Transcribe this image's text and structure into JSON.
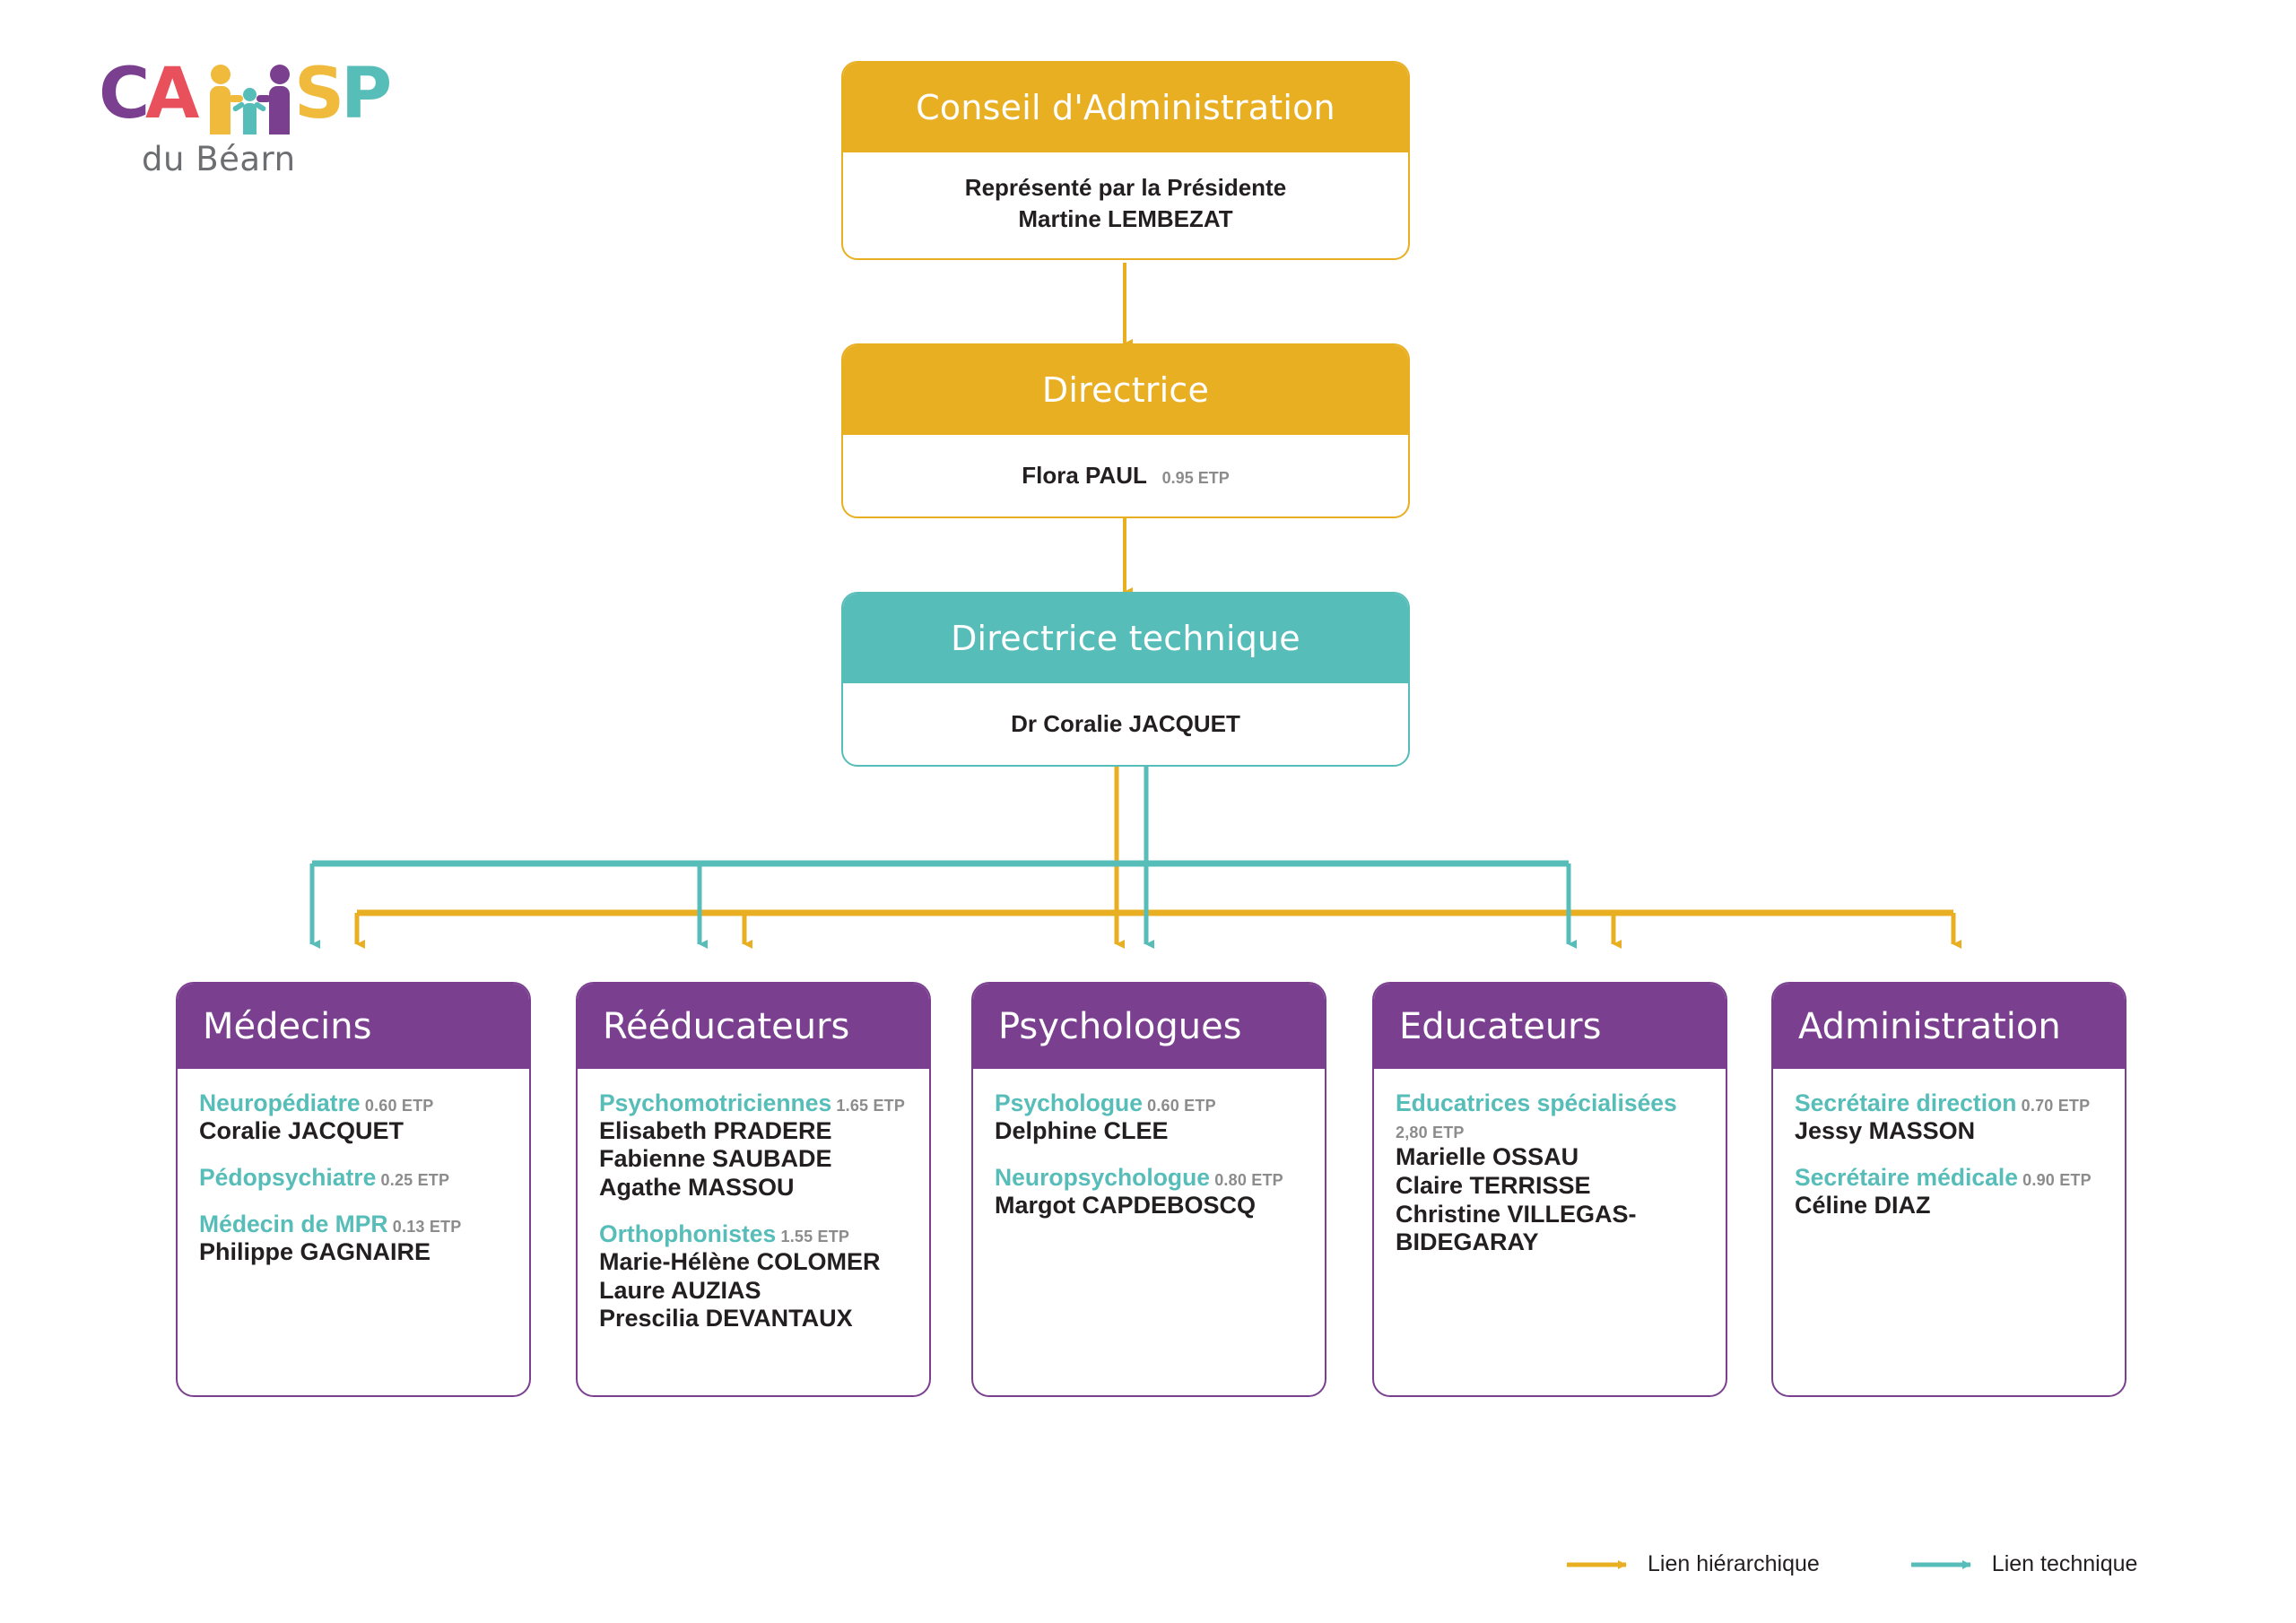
{
  "logo": {
    "name": "CAMSP",
    "letters": [
      {
        "char": "C",
        "color": "#7B3F8F"
      },
      {
        "char": "A",
        "color": "#E8505B"
      },
      {
        "char": "S",
        "color": "#F0BA3C"
      },
      {
        "char": "P",
        "color": "#57BDB8"
      }
    ],
    "subtitle": "du Béarn",
    "figure_colors": {
      "adult_left": "#F0BA3C",
      "child": "#57BDB8",
      "adult_right": "#7B3F8F"
    }
  },
  "colors": {
    "yellow": "#E8AF22",
    "teal": "#57BDB8",
    "purple": "#7B3F8F",
    "role_text": "#57BDB8",
    "etp_text": "#8c8c8c",
    "name_text": "#231f20"
  },
  "hierarchy": {
    "board": {
      "title": "Conseil d'Administration",
      "lines": [
        "Représenté par la Présidente",
        "Martine LEMBEZAT"
      ]
    },
    "director": {
      "title": "Directrice",
      "person": "Flora PAUL",
      "etp": "0.95 ETP"
    },
    "technical_director": {
      "title": "Directrice technique",
      "person": "Dr Coralie JACQUET",
      "etp": ""
    }
  },
  "columns": [
    {
      "title": "Médecins",
      "groups": [
        {
          "role": "Neuropédiatre",
          "etp": "0.60 ETP",
          "people": [
            "Coralie JACQUET"
          ]
        },
        {
          "role": "Pédopsychiatre",
          "etp": "0.25 ETP",
          "people": []
        },
        {
          "role": "Médecin de MPR",
          "etp": "0.13 ETP",
          "people": [
            "Philippe GAGNAIRE"
          ]
        }
      ]
    },
    {
      "title": "Rééducateurs",
      "groups": [
        {
          "role": "Psychomotriciennes",
          "etp": "1.65 ETP",
          "people": [
            "Elisabeth PRADERE",
            "Fabienne SAUBADE",
            "Agathe MASSOU"
          ]
        },
        {
          "role": "Orthophonistes",
          "etp": "1.55 ETP",
          "people": [
            "Marie-Hélène COLOMER",
            "Laure AUZIAS",
            "Prescilia DEVANTAUX"
          ]
        }
      ]
    },
    {
      "title": "Psychologues",
      "groups": [
        {
          "role": "Psychologue",
          "etp": "0.60 ETP",
          "people": [
            "Delphine CLEE"
          ]
        },
        {
          "role": "Neuropsychologue",
          "etp": "0.80 ETP",
          "people": [
            "Margot CAPDEBOSCQ"
          ]
        }
      ]
    },
    {
      "title": "Educateurs",
      "groups": [
        {
          "role": "Educatrices spécialisées",
          "etp": "2,80 ETP",
          "people": [
            "Marielle OSSAU",
            "Claire TERRISSE",
            "Christine VILLEGAS-BIDEGARAY"
          ]
        }
      ]
    },
    {
      "title": "Administration",
      "groups": [
        {
          "role": "Secrétaire direction",
          "etp": "0.70 ETP",
          "people": [
            "Jessy MASSON"
          ]
        },
        {
          "role": "Secrétaire médicale",
          "etp": "0.90 ETP",
          "people": [
            "Céline DIAZ"
          ]
        }
      ]
    }
  ],
  "legend": [
    {
      "label": "Lien hiérarchique",
      "color": "#E8AF22"
    },
    {
      "label": "Lien technique",
      "color": "#57BDB8"
    }
  ]
}
